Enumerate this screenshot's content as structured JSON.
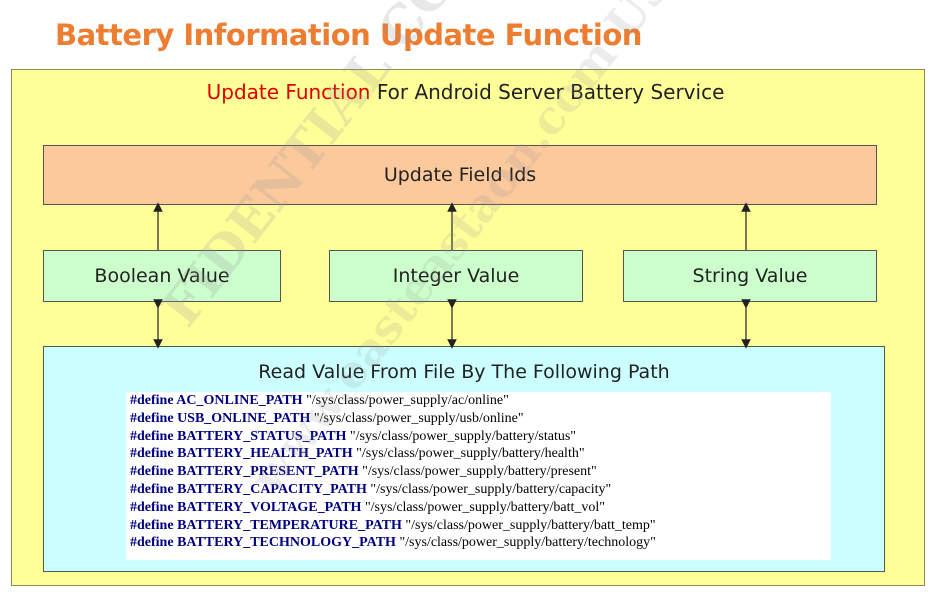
{
  "title": "Battery Information Update Function",
  "heading": {
    "highlight": "Update Function",
    "rest": " For Android Server Battery Service"
  },
  "update_box": "Update Field Ids",
  "values": {
    "boolean": "Boolean Value",
    "integer": "Integer Value",
    "string": "String Value"
  },
  "read_box": {
    "title": "Read Value From File By The Following Path",
    "lines": [
      {
        "kw": "#define",
        "name": "AC_ONLINE_PATH",
        "path": "\"/sys/class/power_supply/ac/online\""
      },
      {
        "kw": "#define",
        "name": "USB_ONLINE_PATH",
        "path": "\"/sys/class/power_supply/usb/online\""
      },
      {
        "kw": "#define",
        "name": "BATTERY_STATUS_PATH",
        "path": "\"/sys/class/power_supply/battery/status\""
      },
      {
        "kw": "#define",
        "name": "BATTERY_HEALTH_PATH",
        "path": "\"/sys/class/power_supply/battery/health\""
      },
      {
        "kw": "#define",
        "name": "BATTERY_PRESENT_PATH",
        "path": "\"/sys/class/power_supply/battery/present\""
      },
      {
        "kw": "#define",
        "name": "BATTERY_CAPACITY_PATH",
        "path": "\"/sys/class/power_supply/battery/capacity\""
      },
      {
        "kw": "#define",
        "name": "BATTERY_VOLTAGE_PATH",
        "path": "\"/sys/class/power_supply/battery/batt_vol\""
      },
      {
        "kw": "#define",
        "name": "BATTERY_TEMPERATURE_PATH",
        "path": "\"/sys/class/power_supply/battery/batt_temp\""
      },
      {
        "kw": "#define",
        "name": "BATTERY_TECHNOLOGY_PATH",
        "path": "\"/sys/class/power_supply/battery/technology\""
      }
    ]
  },
  "watermark": [
    "FIDENTIAL CONFIDENTIAL",
    "www.easteastaon.com USE"
  ],
  "colors": {
    "title": "#ed7d31",
    "highlight": "#e00000",
    "outer_bg": "#ffff99",
    "update_bg": "#fbc99c",
    "value_bg": "#ccffcc",
    "read_bg": "#ccffff",
    "code": "#000080"
  }
}
